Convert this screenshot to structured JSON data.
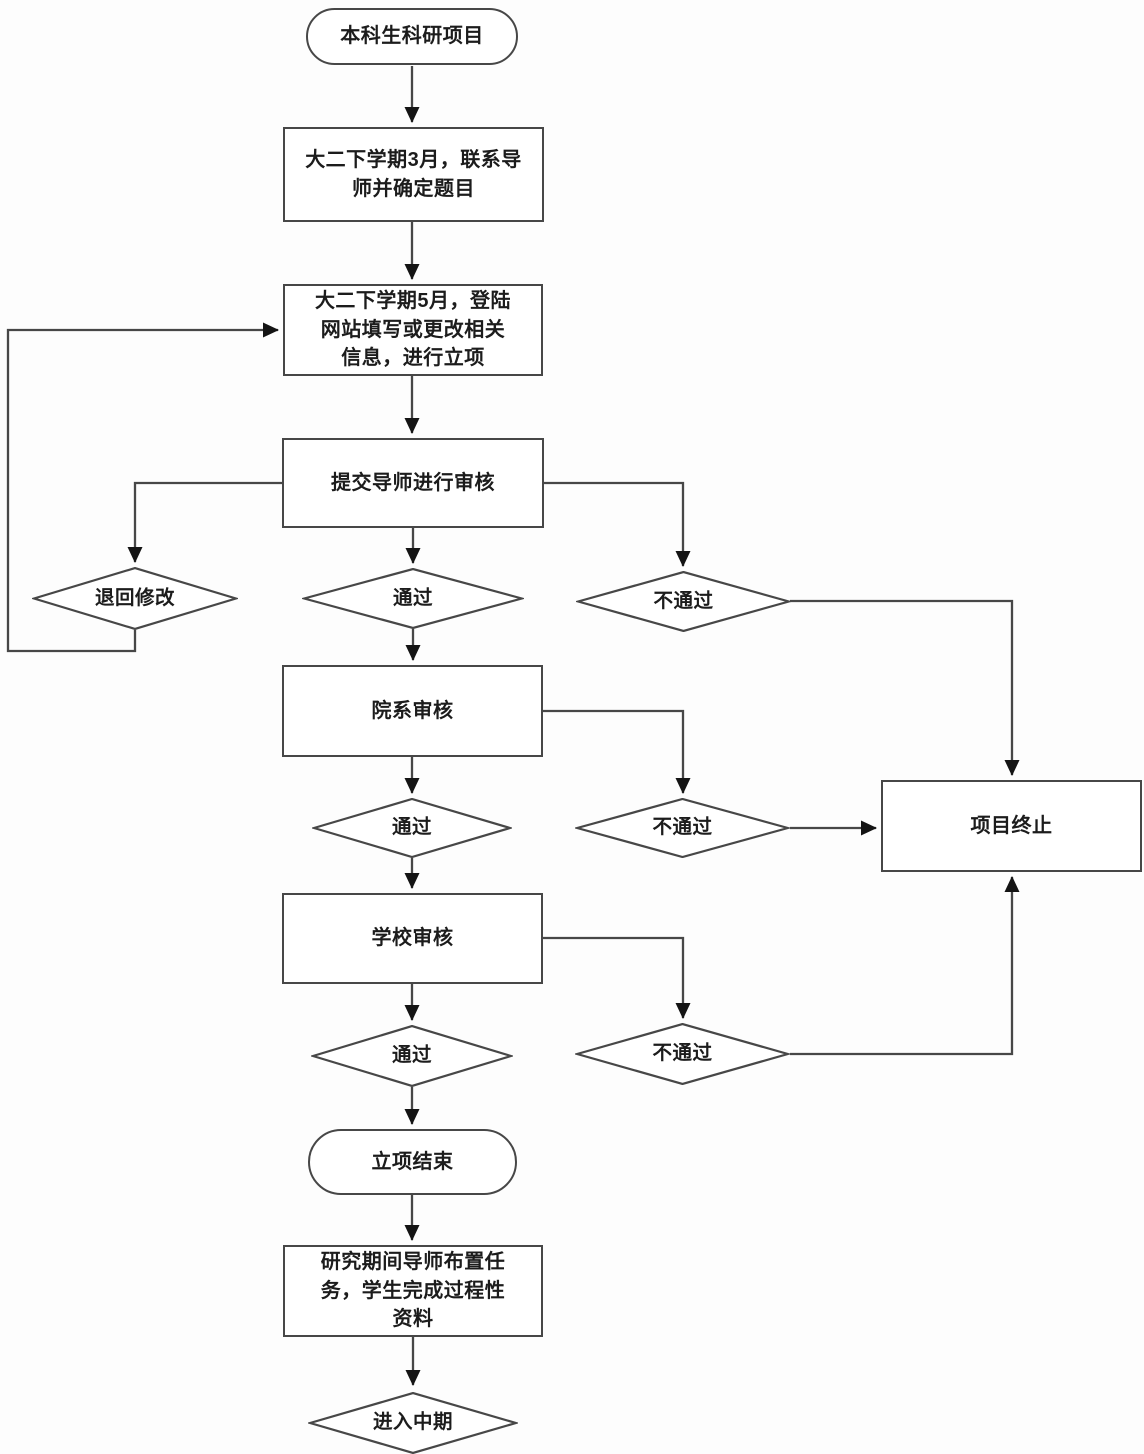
{
  "diagram": {
    "type": "flowchart",
    "nodes": {
      "start": {
        "label": "本科生科研项目",
        "shape": "terminator"
      },
      "contact": {
        "label": "大二下学期3月，联系导师并确定题目",
        "shape": "process"
      },
      "register": {
        "label": "大二下学期5月，登陆网站填写或更改相关信息，进行立项",
        "shape": "process"
      },
      "submit": {
        "label": "提交导师进行审核",
        "shape": "process"
      },
      "return_modify": {
        "label": "退回修改",
        "shape": "decision"
      },
      "pass1": {
        "label": "通过",
        "shape": "decision"
      },
      "fail1": {
        "label": "不通过",
        "shape": "decision"
      },
      "dept_review": {
        "label": "院系审核",
        "shape": "process"
      },
      "pass2": {
        "label": "通过",
        "shape": "decision"
      },
      "fail2": {
        "label": "不通过",
        "shape": "decision"
      },
      "terminate": {
        "label": "项目终止",
        "shape": "process"
      },
      "school_review": {
        "label": "学校审核",
        "shape": "process"
      },
      "pass3": {
        "label": "通过",
        "shape": "decision"
      },
      "fail3": {
        "label": "不通过",
        "shape": "decision"
      },
      "setup_done": {
        "label": "立项结束",
        "shape": "terminator"
      },
      "research": {
        "label": "研究期间导师布置任务，学生完成过程性资料",
        "shape": "process"
      },
      "midterm": {
        "label": "进入中期",
        "shape": "decision"
      }
    },
    "edges": [
      {
        "from": "start",
        "to": "contact"
      },
      {
        "from": "contact",
        "to": "register"
      },
      {
        "from": "register",
        "to": "submit"
      },
      {
        "from": "submit",
        "to": "return_modify"
      },
      {
        "from": "submit",
        "to": "pass1"
      },
      {
        "from": "submit",
        "to": "fail1"
      },
      {
        "from": "return_modify",
        "to": "register"
      },
      {
        "from": "pass1",
        "to": "dept_review"
      },
      {
        "from": "fail1",
        "to": "terminate"
      },
      {
        "from": "dept_review",
        "to": "pass2"
      },
      {
        "from": "dept_review",
        "to": "fail2"
      },
      {
        "from": "pass2",
        "to": "school_review"
      },
      {
        "from": "fail2",
        "to": "terminate"
      },
      {
        "from": "school_review",
        "to": "pass3"
      },
      {
        "from": "school_review",
        "to": "fail3"
      },
      {
        "from": "pass3",
        "to": "setup_done"
      },
      {
        "from": "fail3",
        "to": "terminate"
      },
      {
        "from": "setup_done",
        "to": "research"
      },
      {
        "from": "research",
        "to": "midterm"
      }
    ],
    "colors": {
      "line": "#474747",
      "arrow": "#141414",
      "text": "#1c1c1c",
      "node_fill": "#ffffff",
      "background": "#fdfdfd"
    }
  }
}
